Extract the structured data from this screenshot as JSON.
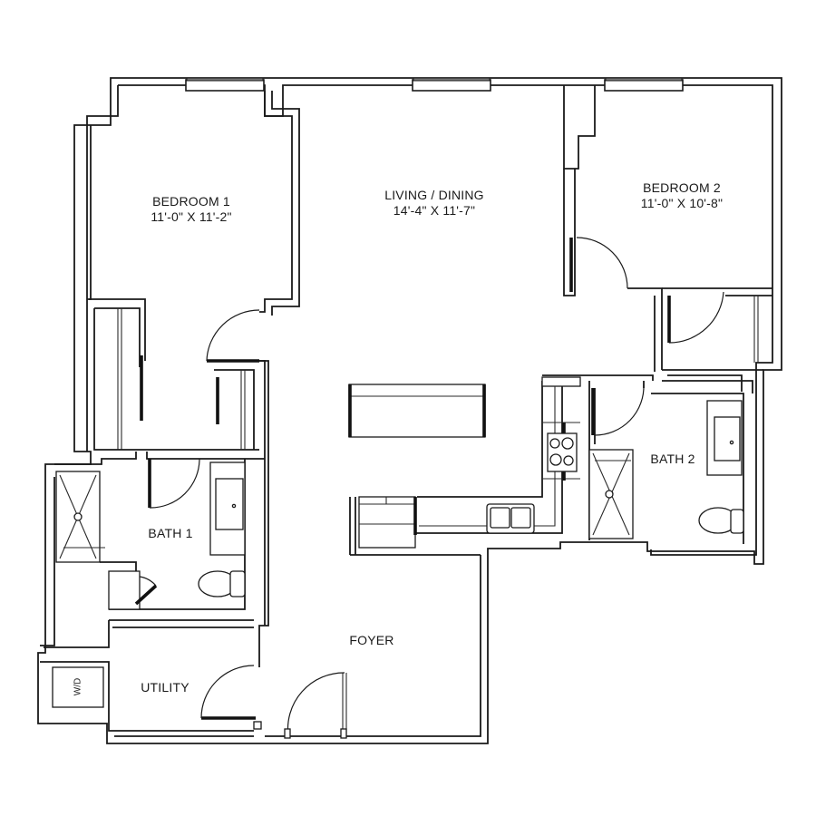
{
  "floor_plan": {
    "rooms": [
      {
        "id": "bedroom-1",
        "name": "BEDROOM 1",
        "dimensions": "11'-0\" X 11'-2\""
      },
      {
        "id": "living-dining",
        "name": "LIVING / DINING",
        "dimensions": "14'-4\" X 11'-7\""
      },
      {
        "id": "bedroom-2",
        "name": "BEDROOM 2",
        "dimensions": "11'-0\" X 10'-8\""
      },
      {
        "id": "bath-1",
        "name": "BATH 1"
      },
      {
        "id": "bath-2",
        "name": "BATH 2"
      },
      {
        "id": "foyer",
        "name": "FOYER"
      },
      {
        "id": "utility",
        "name": "UTILITY"
      }
    ],
    "appliances": {
      "washer_dryer": "W/D"
    },
    "colors": {
      "line": "#1a1a1a",
      "background": "#ffffff",
      "window_fill": "#777777"
    }
  }
}
